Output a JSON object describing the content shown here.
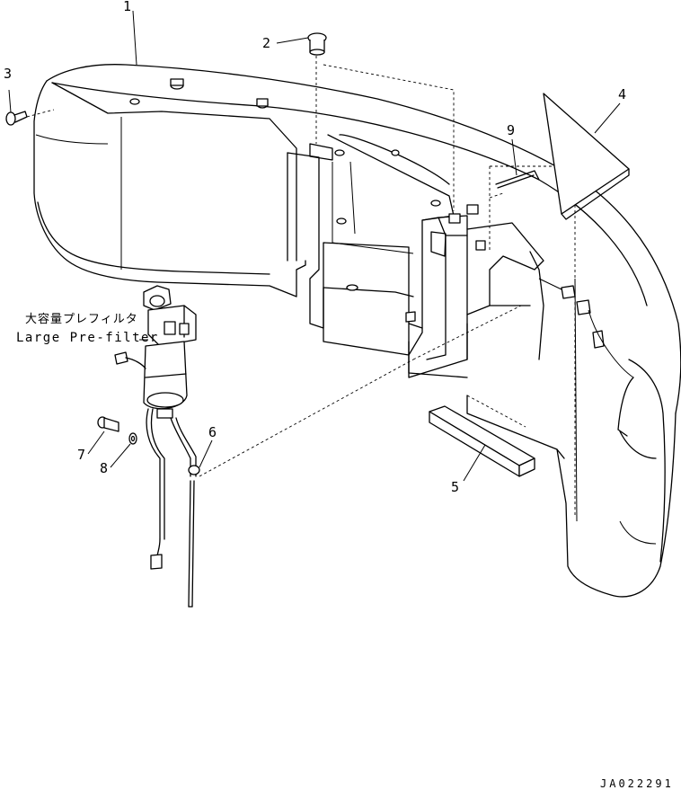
{
  "diagram": {
    "callouts": [
      {
        "id": "1",
        "text": "1"
      },
      {
        "id": "2",
        "text": "2"
      },
      {
        "id": "3",
        "text": "3"
      },
      {
        "id": "4",
        "text": "4"
      },
      {
        "id": "5",
        "text": "5"
      },
      {
        "id": "6",
        "text": "6"
      },
      {
        "id": "7",
        "text": "7"
      },
      {
        "id": "8",
        "text": "8"
      },
      {
        "id": "9",
        "text": "9"
      }
    ],
    "prefilter_label_jp": "大容量プレフィルタ",
    "prefilter_label_en": "Large Pre-filter",
    "drawing_code": "JA022291"
  }
}
